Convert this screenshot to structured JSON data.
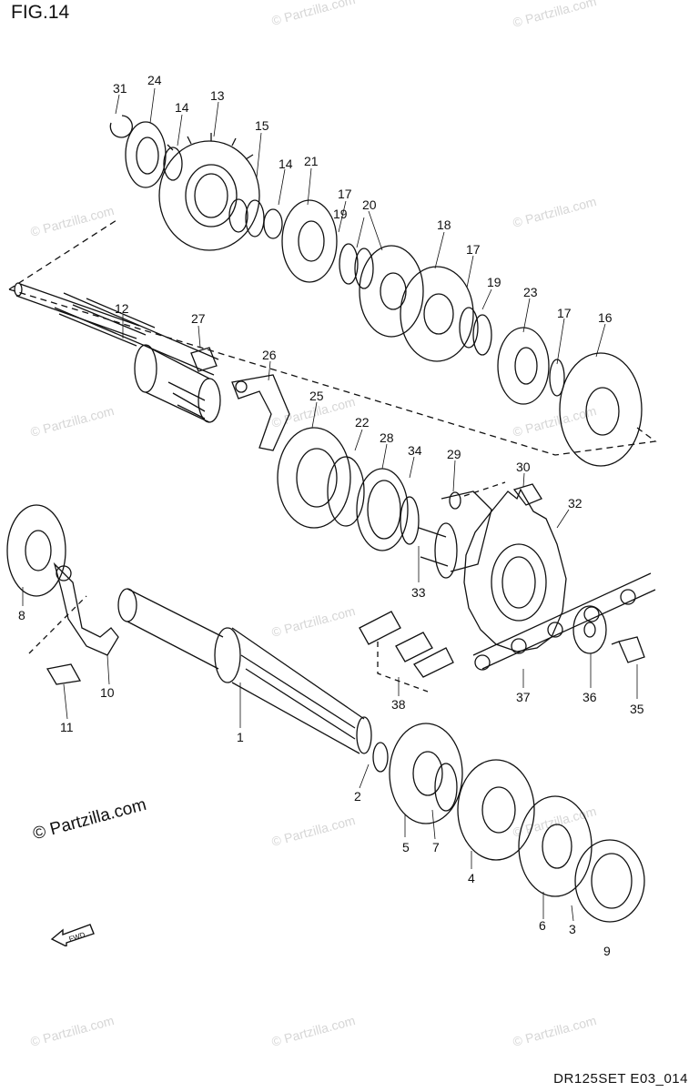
{
  "figure_title": "FIG.14",
  "footer_code": "DR125SET E03_014",
  "copyright": "© Partzilla.com",
  "watermark": "© Partzilla.com",
  "fwd_label": "FWD",
  "part_labels": {
    "p1": "1",
    "p2": "2",
    "p3": "3",
    "p4": "4",
    "p5": "5",
    "p6": "6",
    "p7": "7",
    "p8": "8",
    "p9": "9",
    "p10": "10",
    "p11": "11",
    "p12": "12",
    "p13": "13",
    "p14a": "14",
    "p14b": "14",
    "p15": "15",
    "p16": "16",
    "p17a": "17",
    "p17b": "17",
    "p17c": "17",
    "p18": "18",
    "p19a": "19",
    "p19b": "19",
    "p20": "20",
    "p21": "21",
    "p22": "22",
    "p23": "23",
    "p24": "24",
    "p25": "25",
    "p26": "26",
    "p27": "27",
    "p28": "28",
    "p29": "29",
    "p30": "30",
    "p31": "31",
    "p32": "32",
    "p33": "33",
    "p34": "34",
    "p35": "35",
    "p36": "36",
    "p37": "37",
    "p38": "38"
  }
}
